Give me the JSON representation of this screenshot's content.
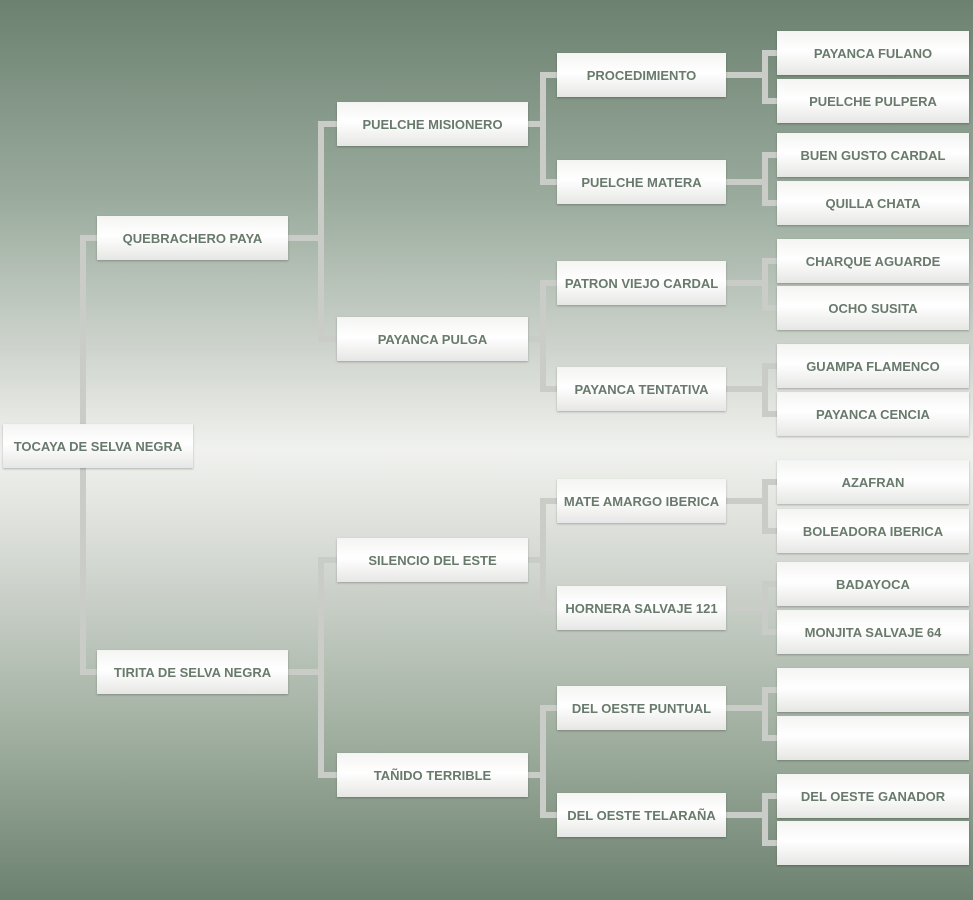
{
  "pedigree": {
    "subject": "TOCAYA DE SELVA NEGRA",
    "parents": [
      "QUEBRACHERO PAYA",
      "TIRITA DE SELVA NEGRA"
    ],
    "grandparents": [
      "PUELCHE MISIONERO",
      "PAYANCA PULGA",
      "SILENCIO DEL ESTE",
      "TAÑIDO TERRIBLE"
    ],
    "great_grandparents": [
      "PROCEDIMIENTO",
      "PUELCHE MATERA",
      "PATRON VIEJO CARDAL",
      "PAYANCA TENTATIVA",
      "MATE AMARGO IBERICA",
      "HORNERA SALVAJE 121",
      "DEL OESTE PUNTUAL",
      "DEL OESTE TELARAÑA"
    ],
    "great_great_grandparents": [
      "PAYANCA FULANO",
      "PUELCHE PULPERA",
      "BUEN GUSTO CARDAL",
      "QUILLA CHATA",
      "CHARQUE AGUARDE",
      "OCHO SUSITA",
      "GUAMPA FLAMENCO",
      "PAYANCA CENCIA",
      "AZAFRAN",
      "BOLEADORA IBERICA",
      "BADAYOCA",
      "MONJITA SALVAJE 64",
      "",
      "",
      "DEL OESTE GANADOR",
      ""
    ]
  }
}
